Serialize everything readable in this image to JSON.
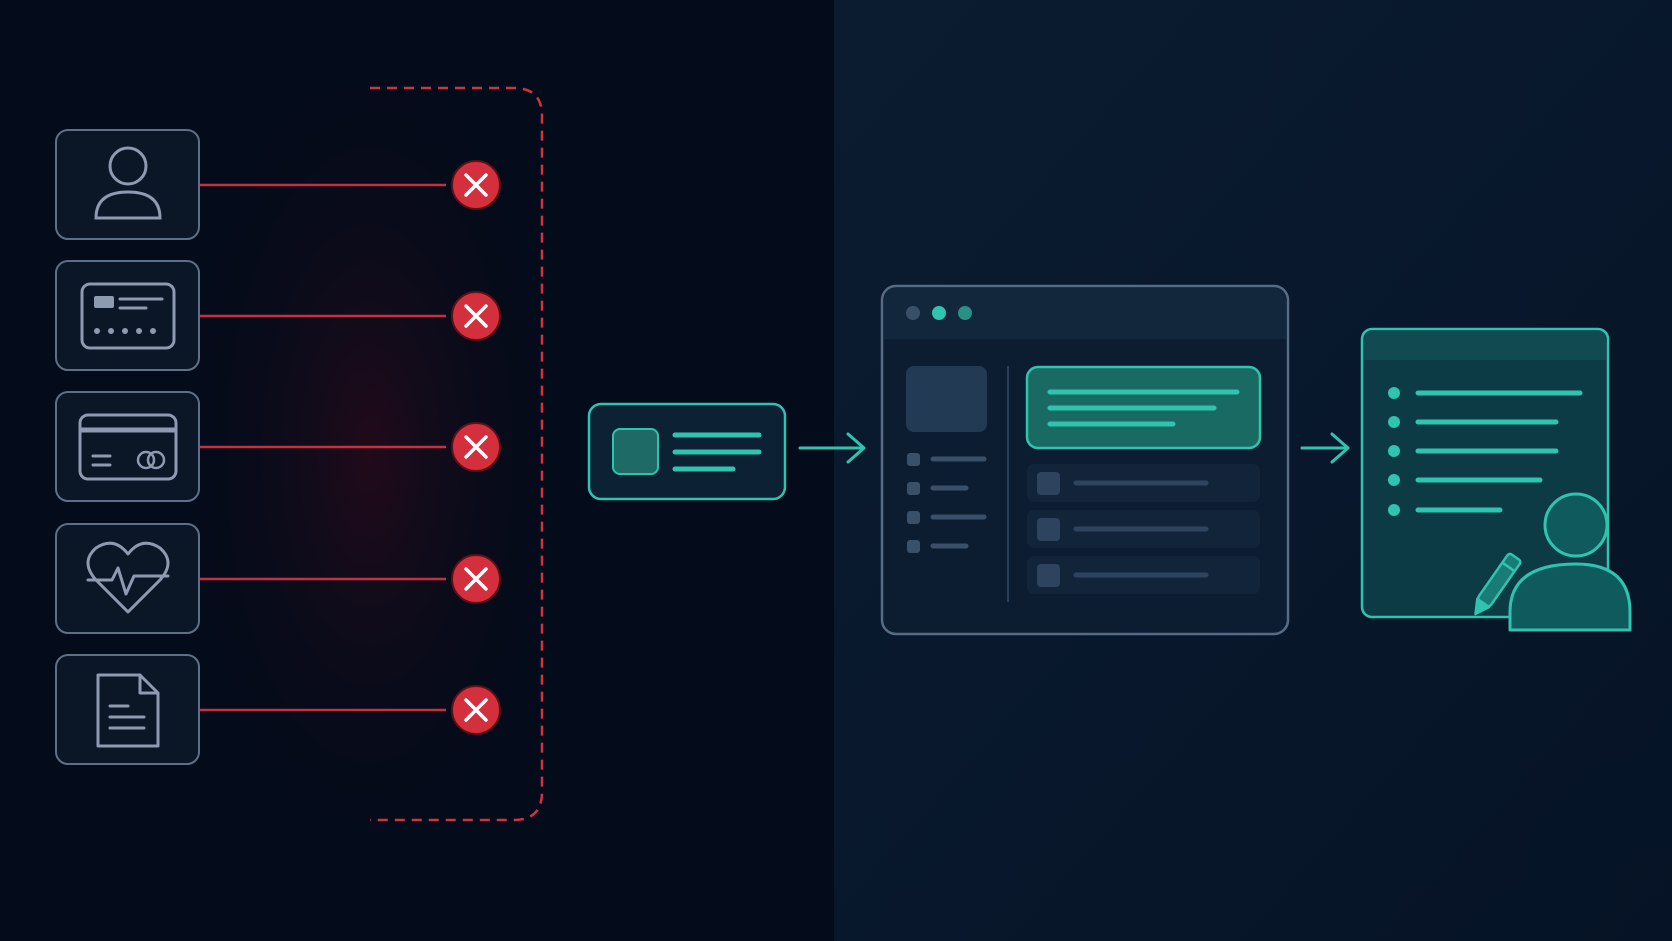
{
  "colors": {
    "background_left": "#040b1a",
    "background_right": "#0a1a2e",
    "icon_stroke": "#8d9ab0",
    "box_stroke": "#5f6f87",
    "connector_red": "#c8303e",
    "blocked_badge": "#d32f3c",
    "boundary_dashed": "#d2343f",
    "accent_teal": "#2ec4b0",
    "panel_bg": "#0e2137",
    "panel_stroke": "#5a7088",
    "placeholder": "#3a4f68"
  },
  "data_sources": [
    {
      "icon": "user-icon",
      "status": "blocked"
    },
    {
      "icon": "id-card-icon",
      "status": "blocked"
    },
    {
      "icon": "credit-card-icon",
      "status": "blocked"
    },
    {
      "icon": "health-heart-icon",
      "status": "blocked"
    },
    {
      "icon": "document-icon",
      "status": "blocked"
    }
  ],
  "flow": {
    "input_card_icon": "data-card-icon",
    "arrow_icon": "arrow-right-icon",
    "app_window": {
      "window_dots": 3,
      "sidebar_items": 4,
      "list_rows": 3
    },
    "output_panel": {
      "bullet_lines": 5,
      "person_icon": "person-icon",
      "pen_icon": "pen-icon"
    }
  }
}
